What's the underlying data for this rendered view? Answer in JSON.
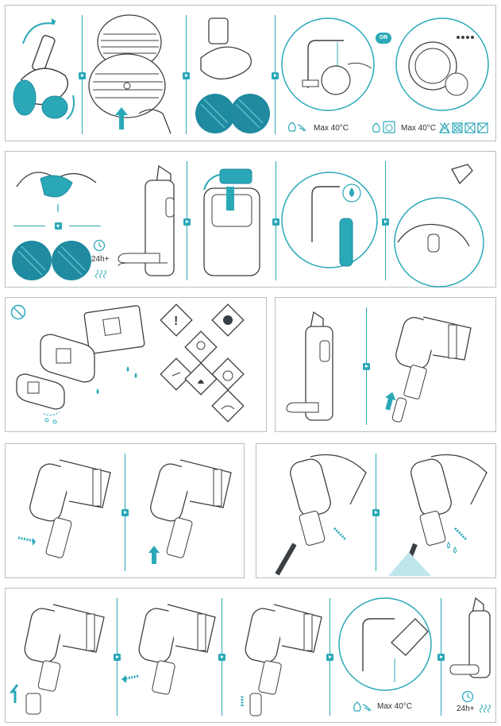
{
  "colors": {
    "accent": "#2aa8b8",
    "pad": "#1f8aa0",
    "line": "#3a3f44",
    "frame": "#b9c0c6"
  },
  "panel1": {
    "or_badge": "OR",
    "wash_label_1": "Max 40°C",
    "wash_label_2": "Max 40°C"
  },
  "panel2": {
    "dry_time": "24h+"
  },
  "panel8": {
    "wash_label": "Max 40°C",
    "dry_time": "24h+"
  },
  "icons": [
    "rotate-arrow-icon",
    "next-step-icon",
    "water-drop-icon",
    "hand-wash-icon",
    "washing-machine-icon",
    "no-bleach-icon",
    "no-tumble-dry-icon",
    "no-iron-icon",
    "no-dry-clean-icon",
    "timer-icon",
    "steam-icon",
    "prohibited-icon",
    "exclamation-hazard-icon",
    "health-hazard-icon",
    "toxic-skull-icon",
    "corrosive-icon",
    "oxidizer-icon",
    "flammable-icon",
    "environment-hazard-icon"
  ]
}
